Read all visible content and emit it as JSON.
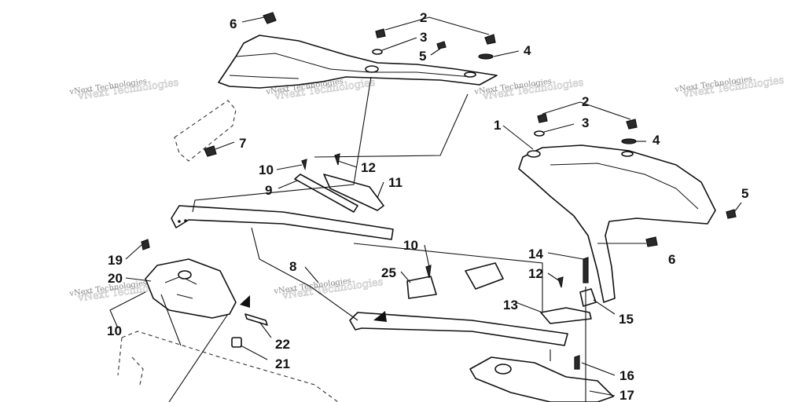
{
  "diagram": {
    "callouts": [
      "6",
      "2",
      "3",
      "5",
      "4",
      "1",
      "2",
      "3",
      "4",
      "7",
      "10",
      "12",
      "9",
      "11",
      "5",
      "6",
      "10",
      "14",
      "12",
      "25",
      "13",
      "15",
      "8",
      "19",
      "20",
      "10",
      "22",
      "21",
      "16",
      "17"
    ],
    "watermark": "vNext Technologies",
    "watermark_count": 6
  }
}
